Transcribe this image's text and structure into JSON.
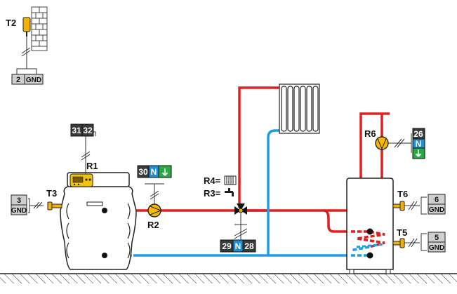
{
  "labels": {
    "t2": "T2",
    "t3": "T3",
    "t5": "T5",
    "t6": "T6",
    "r1": "R1",
    "r2": "R2",
    "r3": "R3=",
    "r4": "R4=",
    "r6": "R6"
  },
  "terminals": {
    "t2": [
      "2",
      "GND"
    ],
    "t3": [
      "3",
      "GND"
    ],
    "t6": [
      "6",
      "GND"
    ],
    "t5": [
      "5",
      "GND"
    ],
    "r1": [
      "31",
      "32"
    ],
    "r2": [
      "30",
      "N",
      "⏚"
    ],
    "mixing_valve": [
      "29",
      "N",
      "28"
    ],
    "r6": [
      "26",
      "N",
      "⏚"
    ]
  },
  "colors": {
    "supply": "#e02020",
    "return": "#1e9ee0",
    "neutral": "#1e8fd6",
    "earth": "#2aa845",
    "dark_terminal": "#3a3a3a",
    "light_terminal": "#cfcfcf",
    "pump": "#f5b800",
    "sensor": "#f0b400"
  },
  "icons": {
    "radiator": "radiator-icon",
    "tap": "tap-icon",
    "earth": "earth-icon"
  }
}
